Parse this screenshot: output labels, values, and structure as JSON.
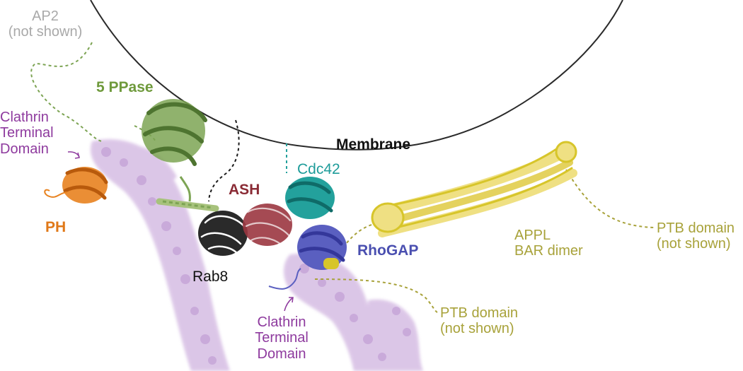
{
  "labels": {
    "ap2": {
      "lines": [
        "AP2",
        "(not shown)"
      ],
      "color": "#a9a9a9"
    },
    "ppase": {
      "text": "5 PPase",
      "color": "#6f9a3c"
    },
    "clathrin_top": {
      "lines": [
        "Clathrin",
        "Terminal",
        "Domain"
      ],
      "color": "#8e3a9e"
    },
    "membrane": {
      "text": "Membrane",
      "color": "#111111"
    },
    "cdc42": {
      "text": "Cdc42",
      "color": "#1e9c9a"
    },
    "ash": {
      "text": "ASH",
      "color": "#8a2b35"
    },
    "ph": {
      "text": "PH",
      "color": "#e07818"
    },
    "rab8": {
      "text": "Rab8",
      "color": "#111111"
    },
    "rhogap": {
      "text": "RhoGAP",
      "color": "#4a4fb0"
    },
    "appl": {
      "lines": [
        "APPL",
        "BAR dimer"
      ],
      "color": "#a8a23a"
    },
    "ptb_right": {
      "lines": [
        "PTB domain",
        "(not shown)"
      ],
      "color": "#a8a23a"
    },
    "ptb_bottom": {
      "lines": [
        "PTB domain",
        "(not shown)"
      ],
      "color": "#a8a23a"
    },
    "clathrin_bottom": {
      "lines": [
        "Clathrin",
        "Terminal",
        "Domain"
      ],
      "color": "#8e3a9e"
    }
  },
  "colors": {
    "clathrin_density": "#b98fd0",
    "ppase_green": "#7da454",
    "ph_orange": "#e8821f",
    "cdc42_teal": "#23a19c",
    "ash_red": "#9b3640",
    "rab8_black": "#1b1b1b",
    "rhogap_blue": "#5a5fc0",
    "appl_yellow": "#efe083",
    "appl_gold": "#d7c52a"
  }
}
